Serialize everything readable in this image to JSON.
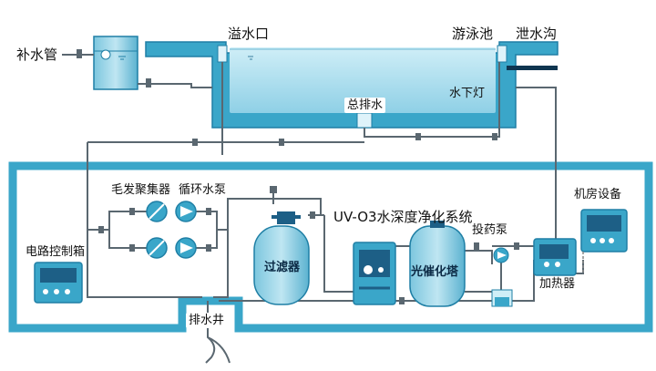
{
  "diagram": {
    "labels": {
      "makeup_pipe": "补水管",
      "overflow_outlet": "溢水口",
      "swimming_pool": "游泳池",
      "drain_ditch": "泄水沟",
      "underwater_light": "水下灯",
      "main_drain": "总排水",
      "hair_collector": "毛发聚集器",
      "circulation_pump": "循环水泵",
      "uv_o3_system": "UV-O3水深度净化系统",
      "dosing_pump": "投药泵",
      "machine_room_equipment": "机房设备",
      "circuit_control_box": "电路控制箱",
      "filter": "过滤器",
      "photocatalytic_tower": "光催化塔",
      "heater": "加热器",
      "drain_well": "排水井"
    },
    "colors": {
      "wall": "#3aa6c9",
      "wall_dark": "#1f7fa5",
      "water": "#a9dcec",
      "pipe": "#5a6770",
      "equipment": "#3aa6c9",
      "panel": "#1d5f86"
    }
  }
}
